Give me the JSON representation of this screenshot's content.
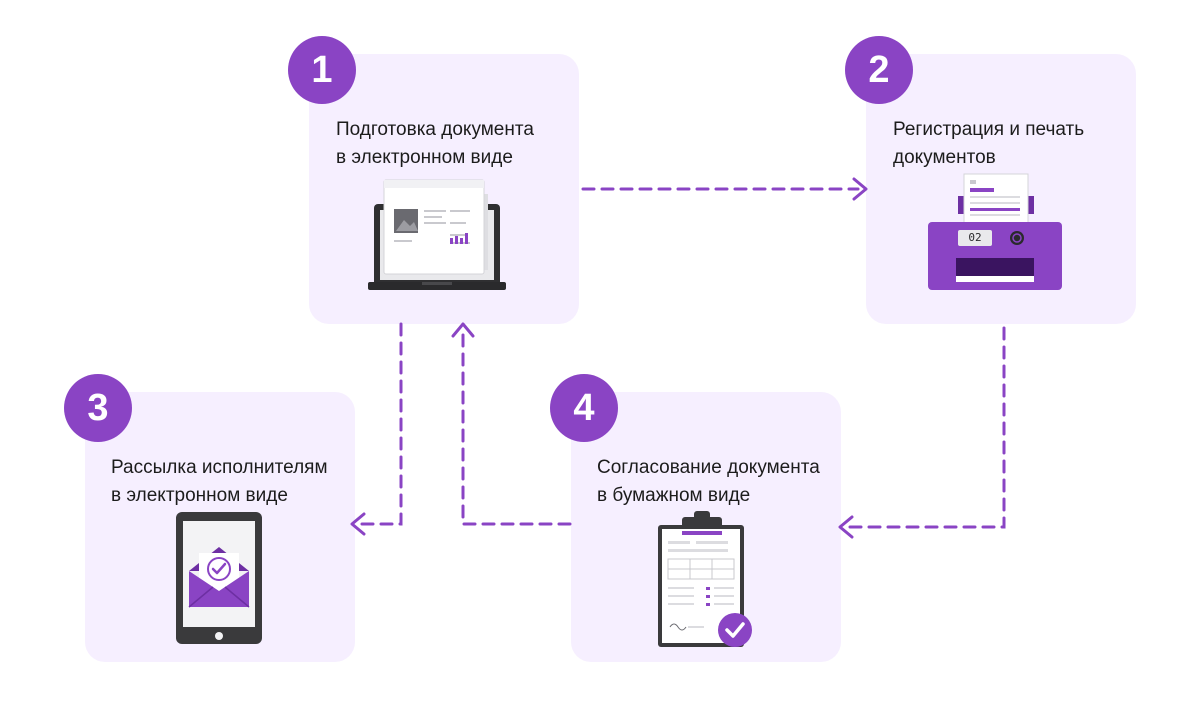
{
  "steps": [
    {
      "number": "1",
      "line1": "Подготовка документа",
      "line2": "в электронном виде",
      "icon": "laptop-icon"
    },
    {
      "number": "2",
      "line1": "Регистрация и печать",
      "line2": "документов",
      "icon": "printer-icon"
    },
    {
      "number": "3",
      "line1": "Рассылка исполнителям",
      "line2": "в электронном виде",
      "icon": "tablet-envelope-icon"
    },
    {
      "number": "4",
      "line1": "Согласование документа",
      "line2": "в бумажном виде",
      "icon": "clipboard-check-icon"
    }
  ],
  "printer_display": "02",
  "colors": {
    "accent": "#8a44c4",
    "card_bg": "#f6efff",
    "text": "#1c1c1c",
    "device_dark": "#3a3a3c"
  }
}
